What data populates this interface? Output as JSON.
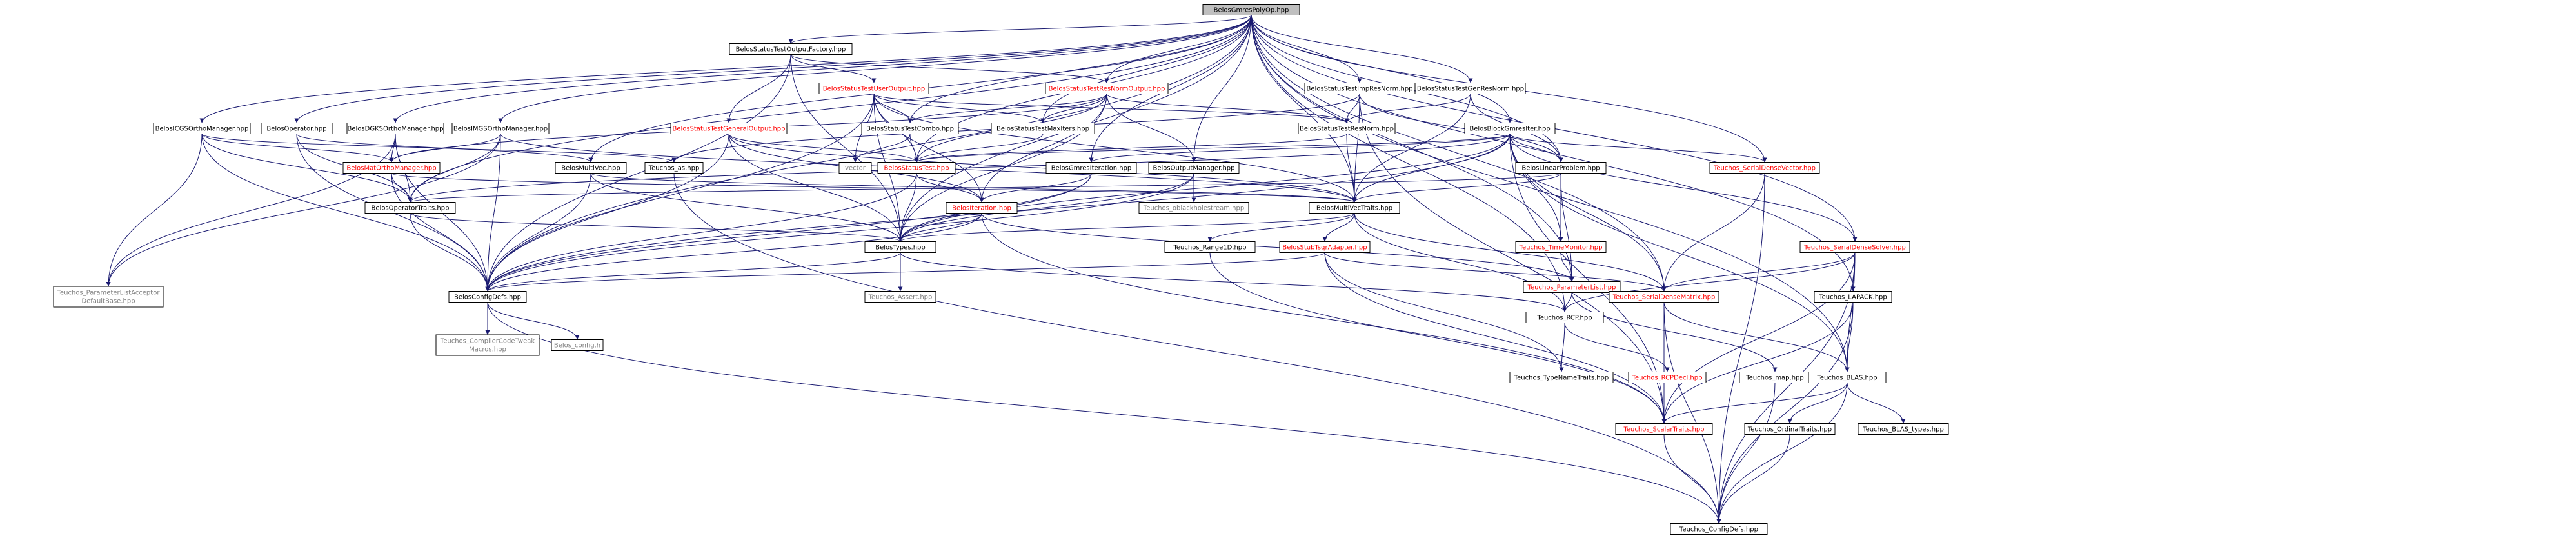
{
  "colors": {
    "background": "#ffffff",
    "node_fill": "#ffffff",
    "root_fill": "#bfbfbf",
    "node_border": "#000000",
    "text_default": "#000000",
    "text_red": "#ff0000",
    "text_grey": "#7f7f7f",
    "edge": "#191970"
  },
  "nodes": [
    {
      "id": "root",
      "label": "BelosGmresPolyOp.hpp",
      "style": "root"
    },
    {
      "id": "outfactory",
      "label": "BelosStatusTestOutputFactory.hpp",
      "style": "black"
    },
    {
      "id": "resnormout",
      "label": "BelosStatusTestResNormOutput.hpp",
      "style": "red"
    },
    {
      "id": "useroutput",
      "label": "BelosStatusTestUserOutput.hpp",
      "style": "red"
    },
    {
      "id": "impresnorm",
      "label": "BelosStatusTestImpResNorm.hpp",
      "style": "black"
    },
    {
      "id": "genresnorm",
      "label": "BelosStatusTestGenResNorm.hpp",
      "style": "black"
    },
    {
      "id": "icgs",
      "label": "BelosICGSOrthoManager.hpp",
      "style": "black"
    },
    {
      "id": "belosop",
      "label": "BelosOperator.hpp",
      "style": "black"
    },
    {
      "id": "dgks",
      "label": "BelosDGKSOrthoManager.hpp",
      "style": "black"
    },
    {
      "id": "imgs",
      "label": "BelosIMGSOrthoManager.hpp",
      "style": "black"
    },
    {
      "id": "genout",
      "label": "BelosStatusTestGeneralOutput.hpp",
      "style": "red"
    },
    {
      "id": "combo",
      "label": "BelosStatusTestCombo.hpp",
      "style": "black"
    },
    {
      "id": "maxiters",
      "label": "BelosStatusTestMaxIters.hpp",
      "style": "black"
    },
    {
      "id": "resnorm",
      "label": "BelosStatusTestResNorm.hpp",
      "style": "black"
    },
    {
      "id": "blockgmres",
      "label": "BelosBlockGmresIter.hpp",
      "style": "black"
    },
    {
      "id": "matortho",
      "label": "BelosMatOrthoManager.hpp",
      "style": "red"
    },
    {
      "id": "multivec",
      "label": "BelosMultiVec.hpp",
      "style": "black"
    },
    {
      "id": "teuchosas",
      "label": "Teuchos_as.hpp",
      "style": "black"
    },
    {
      "id": "vector",
      "label": "vector",
      "style": "grey"
    },
    {
      "id": "statustest",
      "label": "BelosStatusTest.hpp",
      "style": "red"
    },
    {
      "id": "gmresiter",
      "label": "BelosGmresIteration.hpp",
      "style": "black"
    },
    {
      "id": "outmanager",
      "label": "BelosOutputManager.hpp",
      "style": "black"
    },
    {
      "id": "linprob",
      "label": "BelosLinearProblem.hpp",
      "style": "black"
    },
    {
      "id": "serialdensevec",
      "label": "Teuchos_SerialDenseVector.hpp",
      "style": "red"
    },
    {
      "id": "optraits",
      "label": "BelosOperatorTraits.hpp",
      "style": "black"
    },
    {
      "id": "oblackhole",
      "label": "Teuchos_oblackholestream.hpp",
      "style": "grey"
    },
    {
      "id": "mvtraits",
      "label": "BelosMultiVecTraits.hpp",
      "style": "black"
    },
    {
      "id": "iteration",
      "label": "BelosIteration.hpp",
      "style": "red"
    },
    {
      "id": "timemon",
      "label": "Teuchos_TimeMonitor.hpp",
      "style": "red"
    },
    {
      "id": "densesolver",
      "label": "Teuchos_SerialDenseSolver.hpp",
      "style": "red"
    },
    {
      "id": "belostypes",
      "label": "BelosTypes.hpp",
      "style": "black"
    },
    {
      "id": "range1d",
      "label": "Teuchos_Range1D.hpp",
      "style": "black"
    },
    {
      "id": "stubtsqr",
      "label": "BelosStubTsqrAdapter.hpp",
      "style": "red"
    },
    {
      "id": "paramlist",
      "label": "Teuchos_ParameterList.hpp",
      "style": "red"
    },
    {
      "id": "placcept",
      "label": "Teuchos_ParameterListAcceptor\nDefaultBase.hpp",
      "style": "grey"
    },
    {
      "id": "configdefs",
      "label": "BelosConfigDefs.hpp",
      "style": "black"
    },
    {
      "id": "rcp",
      "label": "Teuchos_RCP.hpp",
      "style": "black"
    },
    {
      "id": "densematrix",
      "label": "Teuchos_SerialDenseMatrix.hpp",
      "style": "red"
    },
    {
      "id": "lapack",
      "label": "Teuchos_LAPACK.hpp",
      "style": "black"
    },
    {
      "id": "tasset",
      "label": "Teuchos_Assert.hpp",
      "style": "grey"
    },
    {
      "id": "ccodetweak",
      "label": "Teuchos_CompilerCodeTweak\nMacros.hpp",
      "style": "grey"
    },
    {
      "id": "belosconfig",
      "label": "Belos_config.h",
      "style": "grey"
    },
    {
      "id": "typenametraits",
      "label": "Teuchos_TypeNameTraits.hpp",
      "style": "black"
    },
    {
      "id": "rcpdecl",
      "label": "Teuchos_RCPDecl.hpp",
      "style": "red"
    },
    {
      "id": "tmap",
      "label": "Teuchos_map.hpp",
      "style": "black"
    },
    {
      "id": "blas",
      "label": "Teuchos_BLAS.hpp",
      "style": "black"
    },
    {
      "id": "scalartraits",
      "label": "Teuchos_ScalarTraits.hpp",
      "style": "red"
    },
    {
      "id": "ordinaltraits",
      "label": "Teuchos_OrdinalTraits.hpp",
      "style": "black"
    },
    {
      "id": "blastypes",
      "label": "Teuchos_BLAS_types.hpp",
      "style": "black"
    },
    {
      "id": "tconfigdefs",
      "label": "Teuchos_ConfigDefs.hpp",
      "style": "black"
    }
  ],
  "edges": [
    [
      "root",
      "outfactory"
    ],
    [
      "root",
      "resnormout"
    ],
    [
      "root",
      "impresnorm"
    ],
    [
      "root",
      "genresnorm"
    ],
    [
      "root",
      "icgs"
    ],
    [
      "root",
      "belosop"
    ],
    [
      "root",
      "dgks"
    ],
    [
      "root",
      "imgs"
    ],
    [
      "root",
      "combo"
    ],
    [
      "root",
      "maxiters"
    ],
    [
      "root",
      "blockgmres"
    ],
    [
      "root",
      "multivec"
    ],
    [
      "root",
      "statustest"
    ],
    [
      "root",
      "gmresiter"
    ],
    [
      "root",
      "outmanager"
    ],
    [
      "root",
      "linprob"
    ],
    [
      "root",
      "serialdensevec"
    ],
    [
      "root",
      "optraits"
    ],
    [
      "root",
      "mvtraits"
    ],
    [
      "root",
      "densesolver"
    ],
    [
      "root",
      "belostypes"
    ],
    [
      "root",
      "paramlist"
    ],
    [
      "root",
      "configdefs"
    ],
    [
      "root",
      "rcp"
    ],
    [
      "root",
      "densematrix"
    ],
    [
      "root",
      "lapack"
    ],
    [
      "root",
      "blas"
    ],
    [
      "outfactory",
      "useroutput"
    ],
    [
      "outfactory",
      "resnormout"
    ],
    [
      "outfactory",
      "genout"
    ],
    [
      "outfactory",
      "belostypes"
    ],
    [
      "outfactory",
      "configdefs"
    ],
    [
      "useroutput",
      "combo"
    ],
    [
      "useroutput",
      "maxiters"
    ],
    [
      "useroutput",
      "resnorm"
    ],
    [
      "useroutput",
      "statustest"
    ],
    [
      "useroutput",
      "vector"
    ],
    [
      "useroutput",
      "iteration"
    ],
    [
      "useroutput",
      "belostypes"
    ],
    [
      "useroutput",
      "configdefs"
    ],
    [
      "useroutput",
      "mvtraits"
    ],
    [
      "resnormout",
      "combo"
    ],
    [
      "resnormout",
      "maxiters"
    ],
    [
      "resnormout",
      "resnorm"
    ],
    [
      "resnormout",
      "statustest"
    ],
    [
      "resnormout",
      "iteration"
    ],
    [
      "resnormout",
      "outmanager"
    ],
    [
      "resnormout",
      "belostypes"
    ],
    [
      "resnormout",
      "matortho"
    ],
    [
      "impresnorm",
      "resnorm"
    ],
    [
      "impresnorm",
      "linprob"
    ],
    [
      "impresnorm",
      "mvtraits"
    ],
    [
      "impresnorm",
      "teuchosas"
    ],
    [
      "impresnorm",
      "scalartraits"
    ],
    [
      "genresnorm",
      "resnorm"
    ],
    [
      "genresnorm",
      "linprob"
    ],
    [
      "genresnorm",
      "mvtraits"
    ],
    [
      "icgs",
      "matortho"
    ],
    [
      "icgs",
      "optraits"
    ],
    [
      "icgs",
      "configdefs"
    ],
    [
      "icgs",
      "placcept"
    ],
    [
      "icgs",
      "teuchosas"
    ],
    [
      "belosop",
      "optraits"
    ],
    [
      "belosop",
      "configdefs"
    ],
    [
      "belosop",
      "multivec"
    ],
    [
      "dgks",
      "matortho"
    ],
    [
      "dgks",
      "optraits"
    ],
    [
      "dgks",
      "configdefs"
    ],
    [
      "dgks",
      "placcept"
    ],
    [
      "imgs",
      "matortho"
    ],
    [
      "imgs",
      "optraits"
    ],
    [
      "imgs",
      "configdefs"
    ],
    [
      "imgs",
      "placcept"
    ],
    [
      "imgs",
      "mvtraits"
    ],
    [
      "genout",
      "statustest"
    ],
    [
      "genout",
      "iteration"
    ],
    [
      "genout",
      "belostypes"
    ],
    [
      "genout",
      "configdefs"
    ],
    [
      "genout",
      "mvtraits"
    ],
    [
      "combo",
      "statustest"
    ],
    [
      "combo",
      "vector"
    ],
    [
      "maxiters",
      "statustest"
    ],
    [
      "resnorm",
      "statustest"
    ],
    [
      "resnorm",
      "mvtraits"
    ],
    [
      "blockgmres",
      "gmresiter"
    ],
    [
      "blockgmres",
      "linprob"
    ],
    [
      "blockgmres",
      "mvtraits"
    ],
    [
      "blockgmres",
      "optraits"
    ],
    [
      "blockgmres",
      "statustest"
    ],
    [
      "blockgmres",
      "densematrix"
    ],
    [
      "blockgmres",
      "serialdensevec"
    ],
    [
      "blockgmres",
      "blas"
    ],
    [
      "blockgmres",
      "scalartraits"
    ],
    [
      "blockgmres",
      "timemon"
    ],
    [
      "blockgmres",
      "belostypes"
    ],
    [
      "blockgmres",
      "configdefs"
    ],
    [
      "blockgmres",
      "densesolver"
    ],
    [
      "matortho",
      "optraits"
    ],
    [
      "matortho",
      "configdefs"
    ],
    [
      "matortho",
      "mvtraits"
    ],
    [
      "multivec",
      "mvtraits"
    ],
    [
      "multivec",
      "configdefs"
    ],
    [
      "multivec",
      "belostypes"
    ],
    [
      "teuchosas",
      "tconfigdefs"
    ],
    [
      "statustest",
      "belostypes"
    ],
    [
      "statustest",
      "configdefs"
    ],
    [
      "statustest",
      "iteration"
    ],
    [
      "gmresiter",
      "iteration"
    ],
    [
      "gmresiter",
      "belostypes"
    ],
    [
      "gmresiter",
      "configdefs"
    ],
    [
      "outmanager",
      "oblackhole"
    ],
    [
      "outmanager",
      "belostypes"
    ],
    [
      "outmanager",
      "configdefs"
    ],
    [
      "linprob",
      "mvtraits"
    ],
    [
      "linprob",
      "optraits"
    ],
    [
      "linprob",
      "timemon"
    ],
    [
      "linprob",
      "paramlist"
    ],
    [
      "serialdensevec",
      "densematrix"
    ],
    [
      "serialdensevec",
      "tconfigdefs"
    ],
    [
      "optraits",
      "belostypes"
    ],
    [
      "optraits",
      "configdefs"
    ],
    [
      "mvtraits",
      "belostypes"
    ],
    [
      "mvtraits",
      "densematrix"
    ],
    [
      "mvtraits",
      "rcp"
    ],
    [
      "mvtraits",
      "range1d"
    ],
    [
      "mvtraits",
      "stubtsqr"
    ],
    [
      "iteration",
      "belostypes"
    ],
    [
      "iteration",
      "configdefs"
    ],
    [
      "iteration",
      "paramlist"
    ],
    [
      "iteration",
      "scalartraits"
    ],
    [
      "timemon",
      "paramlist"
    ],
    [
      "densesolver",
      "densematrix"
    ],
    [
      "densesolver",
      "lapack"
    ],
    [
      "densesolver",
      "blas"
    ],
    [
      "densesolver",
      "rcp"
    ],
    [
      "densesolver",
      "scalartraits"
    ],
    [
      "densesolver",
      "tconfigdefs"
    ],
    [
      "belostypes",
      "configdefs"
    ],
    [
      "belostypes",
      "tasset"
    ],
    [
      "belostypes",
      "rcp"
    ],
    [
      "range1d",
      "scalartraits"
    ],
    [
      "stubtsqr",
      "densematrix"
    ],
    [
      "stubtsqr",
      "configdefs"
    ],
    [
      "stubtsqr",
      "typenametraits"
    ],
    [
      "stubtsqr",
      "scalartraits"
    ],
    [
      "paramlist",
      "rcp"
    ],
    [
      "paramlist",
      "tmap"
    ],
    [
      "configdefs",
      "ccodetweak"
    ],
    [
      "configdefs",
      "belosconfig"
    ],
    [
      "configdefs",
      "tconfigdefs"
    ],
    [
      "rcp",
      "typenametraits"
    ],
    [
      "rcp",
      "rcpdecl"
    ],
    [
      "densematrix",
      "blas"
    ],
    [
      "densematrix",
      "scalartraits"
    ],
    [
      "densematrix",
      "tconfigdefs"
    ],
    [
      "lapack",
      "blas"
    ],
    [
      "lapack",
      "scalartraits"
    ],
    [
      "lapack",
      "tconfigdefs"
    ],
    [
      "tmap",
      "tconfigdefs"
    ],
    [
      "blas",
      "scalartraits"
    ],
    [
      "blas",
      "ordinaltraits"
    ],
    [
      "blas",
      "blastypes"
    ],
    [
      "blas",
      "tconfigdefs"
    ],
    [
      "scalartraits",
      "tconfigdefs"
    ],
    [
      "ordinaltraits",
      "tconfigdefs"
    ]
  ]
}
